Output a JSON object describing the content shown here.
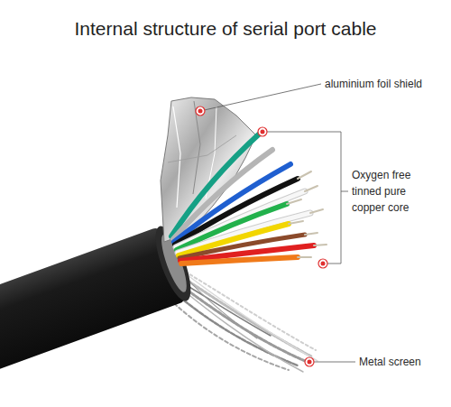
{
  "diagram": {
    "title": "Internal structure of serial port cable",
    "labels": [
      "aluminium foil shield",
      "Oxygen free tinned pure copper core",
      "Metal screen"
    ]
  }
}
